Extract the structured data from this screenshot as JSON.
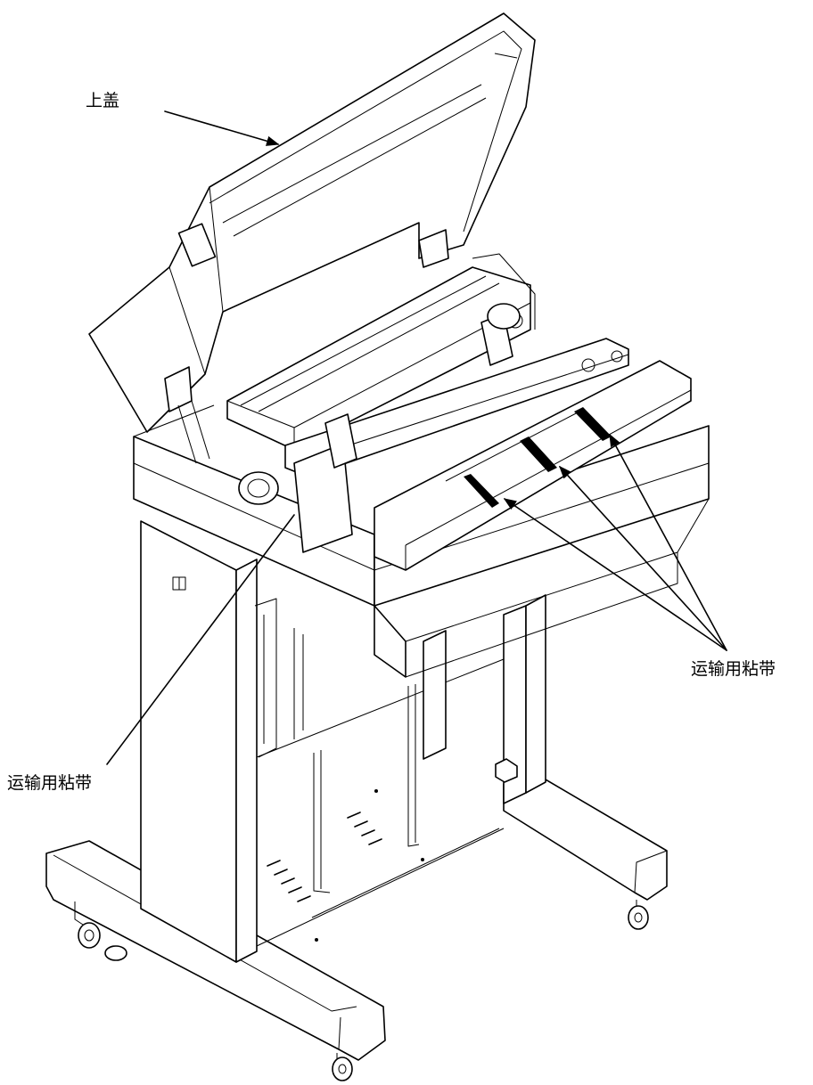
{
  "labels": {
    "top_cover": "上盖",
    "shipping_tape_left": "运输用粘带",
    "shipping_tape_right": "运输用粘带"
  },
  "colors": {
    "line": "#000000",
    "background": "#ffffff"
  }
}
